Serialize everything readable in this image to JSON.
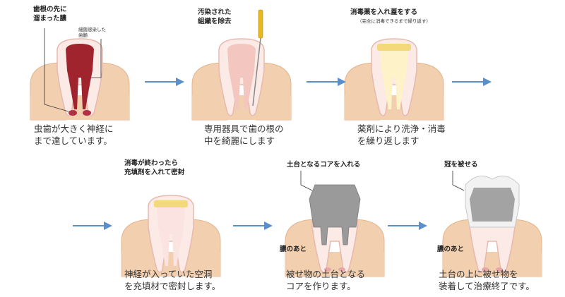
{
  "steps": [
    {
      "labels": [
        "歯根の先に",
        "溜まった膿"
      ],
      "labels2": [
        "細菌感染した",
        "歯髄"
      ],
      "caption": [
        "虫歯が大きく神経に",
        "まで達しています。"
      ]
    },
    {
      "labels": [
        "汚染された",
        "組織を除去"
      ],
      "caption": [
        "専用器具で歯の根の",
        "中を綺麗にします"
      ]
    },
    {
      "labels": [
        "消毒薬を入れ蓋をする"
      ],
      "sublabel": "（完全に消毒できるまで繰り返す）",
      "caption": [
        "薬剤により洗浄・消毒",
        "を繰り返します"
      ]
    },
    {
      "labels": [
        "消毒が終わったら",
        "充填剤を入れて密封"
      ],
      "caption": [
        "神経が入っていた空洞",
        "を充填材で密封します。"
      ]
    },
    {
      "labels": [
        "土台となるコアを入れる"
      ],
      "pus_label": "膿のあと",
      "caption": [
        "被せ物の土台となる",
        "コアを作ります。"
      ]
    },
    {
      "labels": [
        "冠を被せる"
      ],
      "pus_label": "膿のあと",
      "caption": [
        "土台の上に被せ物を",
        "装着して治療終了です。"
      ]
    }
  ],
  "colors": {
    "gum": "#f2cfae",
    "gum_edge": "#e4b48c",
    "tooth": "#fbeae6",
    "tooth_edge": "#e7b9ae",
    "pulp_infected": "#a0242e",
    "pulp_clean": "#f3c7c0",
    "pus": "#b23046",
    "arrow": "#5b8fc9",
    "file_gold": "#e8b81f",
    "seal_yellow": "#f4d97b",
    "core_gray": "#9a9a9a",
    "crown_white": "#f2f2f2"
  }
}
